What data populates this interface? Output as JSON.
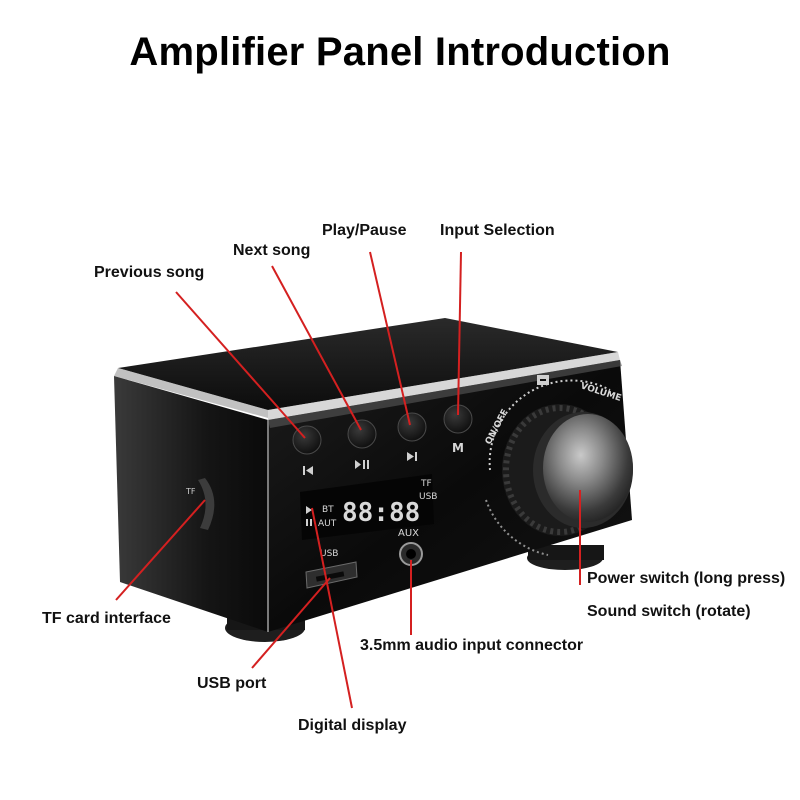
{
  "title": "Amplifier Panel Introduction",
  "callouts": {
    "previous_song": "Previous song",
    "next_song": "Next song",
    "play_pause": "Play/Pause",
    "input_selection": "Input Selection",
    "power_switch": "Power switch (long press)",
    "sound_switch": "Sound switch (rotate)",
    "tf_card": "TF card interface",
    "audio_input": "3.5mm audio input connector",
    "usb_port": "USB port",
    "digital_display": "Digital display"
  },
  "device_labels": {
    "m_button": "M",
    "tf_side": "TF",
    "display_digits": "88:88",
    "bt": "BT",
    "aut": "AUT",
    "tf_indicator": "TF",
    "usb_indicator": "USB",
    "usb_slot_label": "USB",
    "aux_label": "AUX",
    "onoff": "ON/OFF",
    "volume": "VOLUME"
  },
  "colors": {
    "leader_line": "#d42020",
    "body": "#111111",
    "accent_edge": "#9a9a9a"
  }
}
